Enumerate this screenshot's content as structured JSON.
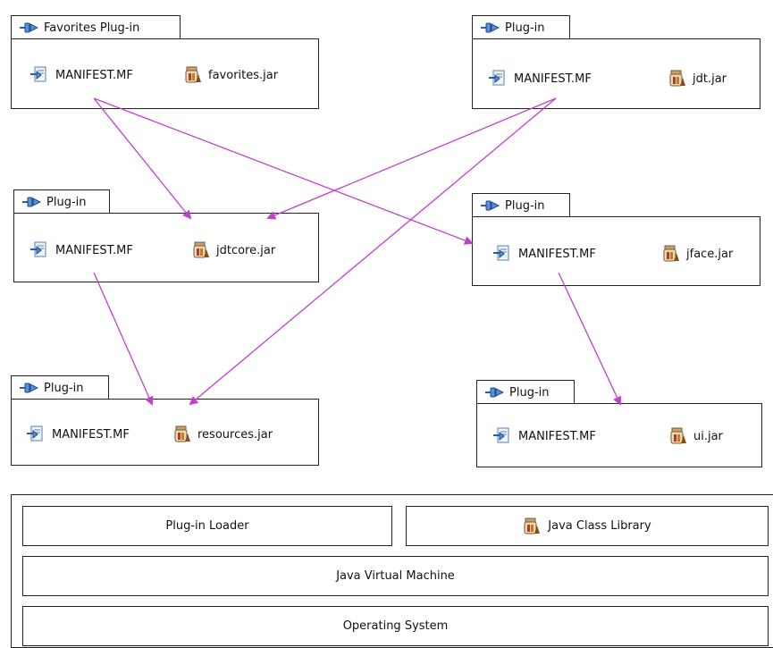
{
  "plugins": [
    {
      "id": "favorites",
      "title": "Favorites Plug-in",
      "manifest": "MANIFEST.MF",
      "jar": "favorites.jar"
    },
    {
      "id": "jdt",
      "title": "Plug-in",
      "manifest": "MANIFEST.MF",
      "jar": "jdt.jar"
    },
    {
      "id": "jdtcore",
      "title": "Plug-in",
      "manifest": "MANIFEST.MF",
      "jar": "jdtcore.jar"
    },
    {
      "id": "jface",
      "title": "Plug-in",
      "manifest": "MANIFEST.MF",
      "jar": "jface.jar"
    },
    {
      "id": "resources",
      "title": "Plug-in",
      "manifest": "MANIFEST.MF",
      "jar": "resources.jar"
    },
    {
      "id": "ui",
      "title": "Plug-in",
      "manifest": "MANIFEST.MF",
      "jar": "ui.jar"
    }
  ],
  "runtime": {
    "plugin_loader": "Plug-in Loader",
    "class_library": "Java Class Library",
    "jvm": "Java Virtual Machine",
    "os": "Operating System"
  },
  "dependencies": [
    {
      "from": "favorites",
      "to": "jdtcore"
    },
    {
      "from": "favorites",
      "to": "jface"
    },
    {
      "from": "jdt",
      "to": "jdtcore"
    },
    {
      "from": "jdt",
      "to": "resources"
    },
    {
      "from": "jdtcore",
      "to": "resources"
    },
    {
      "from": "jface",
      "to": "ui"
    }
  ],
  "colors": {
    "arrow": "#c040d0",
    "border": "#222222"
  }
}
